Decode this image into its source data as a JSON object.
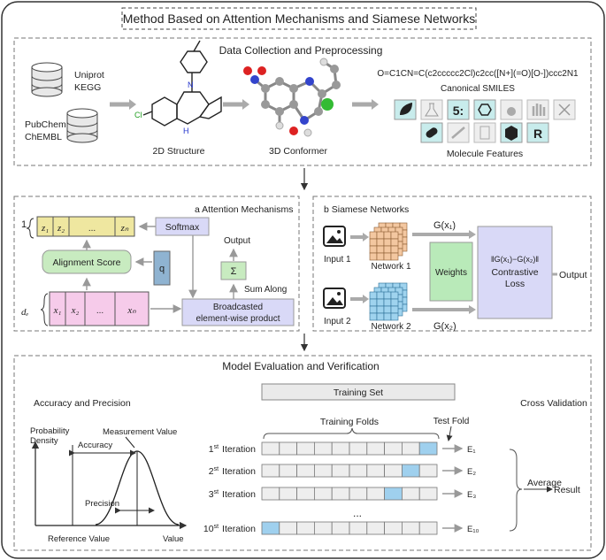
{
  "title": "Method Based on Attention Mechanisms and Siamese Networks",
  "data_section": {
    "title": "Data Collection and Preprocessing",
    "db1": [
      "Uniprot",
      "KEGG"
    ],
    "db2": [
      "PubChem",
      "ChEMBL"
    ],
    "structure_2d_label": "2D Structure",
    "conformer_label": "3D Conformer",
    "smiles": "O=C1CN=C(c2ccccc2Cl)c2cc([N+](=O)[O-])ccc2N1",
    "smiles_caption": "Canonical SMILES",
    "features_caption": "Molecule Features",
    "atom_labels": {
      "cl": "Cl",
      "n": "N",
      "h": "H"
    }
  },
  "attention": {
    "title": "a  Attention Mechanisms",
    "z": [
      "z₁",
      "z₂",
      "...",
      "zₙ"
    ],
    "x": [
      "x₁",
      "x₂",
      "...",
      "xₙ"
    ],
    "dim1": "1",
    "dim_de": "dₑ",
    "softmax": "Softmax",
    "q": "q",
    "alignment": "Alignment Score",
    "output": "Output",
    "sigma": "Σ",
    "sum_along": "Sum Along",
    "broadcast": [
      "Broadcasted",
      "element-wise product"
    ]
  },
  "siamese": {
    "title": "b  Siamese Networks",
    "input1": "Input 1",
    "input2": "Input 2",
    "net1": "Network 1",
    "net2": "Network 2",
    "g1": "G(x₁)",
    "g2": "G(x₂)",
    "weights": "Weights",
    "loss_formula": "‖G(x₁)−G(x₂)‖",
    "loss": [
      "Contrastive",
      "Loss"
    ],
    "output": "Output"
  },
  "evaluation": {
    "title": "Model Evaluation and Verification",
    "accuracy_title": "Accuracy and Precision",
    "y_label": [
      "Probability",
      "Density"
    ],
    "measurement": "Measurement Value",
    "accuracy": "Accuracy",
    "precision": "Precision",
    "reference": "Reference Value",
    "value": "Value",
    "training_set": "Training Set",
    "training_folds": "Training Folds",
    "test_fold": "Test Fold",
    "cross_validation": "Cross Validation",
    "iterations": [
      {
        "num": "1",
        "sup": "st",
        "label": "Iteration",
        "e": "E₁",
        "test": 10
      },
      {
        "num": "2",
        "sup": "st",
        "label": "Iteration",
        "e": "E₂",
        "test": 9
      },
      {
        "num": "3",
        "sup": "st",
        "label": "Iteration",
        "e": "E₃",
        "test": 8
      },
      {
        "num": "10",
        "sup": "st",
        "label": "Iteration",
        "e": "E₁₀",
        "test": 1
      }
    ],
    "dots": "...",
    "average": "Average",
    "result": "Result",
    "folds": 10
  }
}
